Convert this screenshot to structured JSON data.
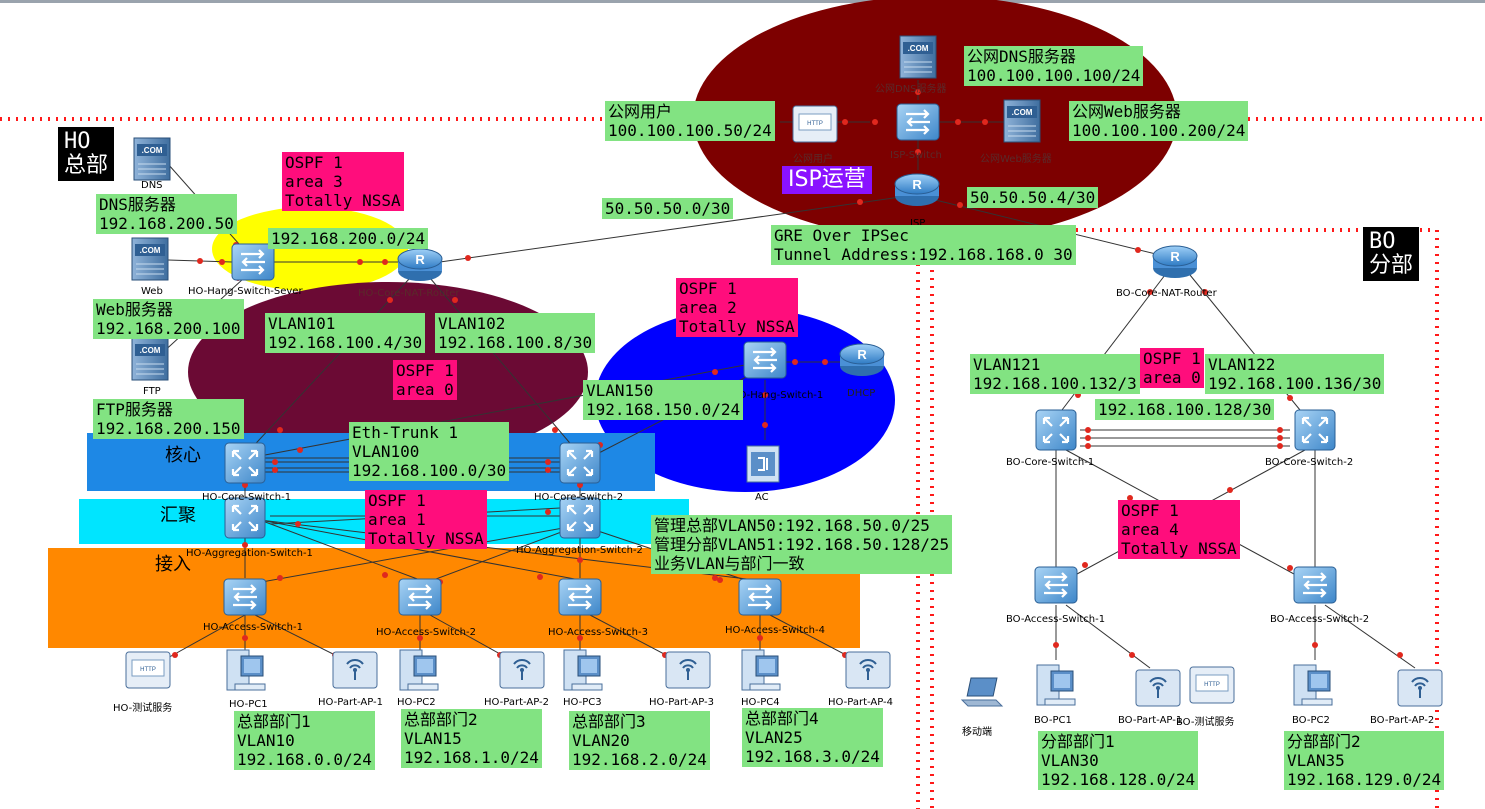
{
  "labels": {
    "ho_title": "HO\n总部",
    "bo_title": "BO\n分部",
    "isp_title": "ISP运营",
    "core_zone": "核心",
    "agg_zone": "汇聚",
    "access_zone": "接入",
    "ospf3": "OSPF 1\narea 3\nTotally NSSA",
    "ospf2": "OSPF 1\narea 2\nTotally NSSA",
    "ospf0_ho": "OSPF 1\narea 0",
    "ospf1": "OSPF 1\narea 1\nTotally NSSA",
    "ospf0_bo": "OSPF 1\narea 0",
    "ospf4": "OSPF 1\narea 4\nTotally NSSA",
    "dns_server": "DNS服务器\n192.168.200.50",
    "web_server": "Web服务器\n192.168.200.100",
    "ftp_server": "FTP服务器\n192.168.200.150",
    "server_net": "192.168.200.0/24",
    "vlan101": "VLAN101\n192.168.100.4/30",
    "vlan102": "VLAN102\n192.168.100.8/30",
    "vlan150": "VLAN150\n192.168.150.0/24",
    "eth_trunk": "Eth-Trunk 1\nVLAN100\n192.168.100.0/30",
    "mgmt": "管理总部VLAN50:192.168.50.0/25\n管理分部VLAN51:192.168.50.128/25\n业务VLAN与部门一致",
    "dept1": "总部部门1\nVLAN10\n192.168.0.0/24",
    "dept2": "总部部门2\nVLAN15\n192.168.1.0/24",
    "dept3": "总部部门3\nVLAN20\n192.168.2.0/24",
    "dept4": "总部部门4\nVLAN25\n192.168.3.0/24",
    "bo_dept1": "分部部门1\nVLAN30\n192.168.128.0/24",
    "bo_dept2": "分部部门2\nVLAN35\n192.168.129.0/24",
    "pub_dns": "公网DNS服务器\n100.100.100.100/24",
    "pub_user": "公网用户\n100.100.100.50/24",
    "pub_web": "公网Web服务器\n100.100.100.200/24",
    "ho_wan": "50.50.50.0/30",
    "bo_wan": "50.50.50.4/30",
    "gre": "GRE Over IPSec\nTunnel Address:192.168.168.0 30",
    "vlan121": "VLAN121\n192.168.100.132/3",
    "vlan122": "VLAN122\n192.168.100.136/30",
    "bo_core_net": "192.168.100.128/30"
  },
  "devices": {
    "dns": "DNS",
    "web": "Web",
    "ftp": "FTP",
    "hang_server_sw": "HO-Hang-Switch-Sever",
    "ho_core_router": "HO-Core-NAT-Router",
    "ho_hang_sw1": "HO-Hang-Switch-1",
    "dhcp": "DHCP",
    "ac": "AC",
    "ho_core_sw1": "HO-Core-Switch-1",
    "ho_core_sw2": "HO-Core-Switch-2",
    "ho_agg_sw1": "HO-Aggregation-Switch-1",
    "ho_agg_sw2": "HO-Aggregation-Switch-2",
    "ho_acc_sw1": "HO-Access-Switch-1",
    "ho_acc_sw2": "HO-Access-Switch-2",
    "ho_acc_sw3": "HO-Access-Switch-3",
    "ho_acc_sw4": "HO-Access-Switch-4",
    "ho_test": "HO-测试服务",
    "ho_pc1": "HO-PC1",
    "ho_pc2": "HO-PC2",
    "ho_pc3": "HO-PC3",
    "ho_pc4": "HO-PC4",
    "ho_ap1": "HO-Part-AP-1",
    "ho_ap2": "HO-Part-AP-2",
    "ho_ap3": "HO-Part-AP-3",
    "ho_ap4": "HO-Part-AP-4",
    "isp": "ISP",
    "isp_sw": "ISP-Switch",
    "pub_user_dev": "公网用户",
    "pub_dns_dev": "公网DNS服务器",
    "pub_web_dev": "公网Web服务器",
    "bo_core_router": "BO-Core-NAT-Router",
    "bo_core_sw1": "BO-Core-Switch-1",
    "bo_core_sw2": "BO-Core-Switch-2",
    "bo_acc_sw1": "BO-Access-Switch-1",
    "bo_acc_sw2": "BO-Access-Switch-2",
    "bo_mobile": "移动端",
    "bo_pc1": "BO-PC1",
    "bo_ap1": "BO-Part-AP-1",
    "bo_test": "BO-测试服务",
    "bo_pc2": "BO-PC2",
    "bo_ap2": "BO-Part-AP-2"
  },
  "icon_text": {
    "com": ".COM",
    "http": "HTTP",
    "router": "R"
  },
  "colors": {
    "isp_area": "#7d0000",
    "area3": "#ffff00",
    "area0_ho": "#6b0a34",
    "area2": "#0000ff",
    "core_band": "#1e88e5",
    "agg_band": "#00e5ff",
    "access_band": "#ff8800",
    "label_green": "#82e382",
    "label_pink": "#ff0d7c",
    "link": "#333333",
    "border_dots": "#ff1a1a"
  }
}
